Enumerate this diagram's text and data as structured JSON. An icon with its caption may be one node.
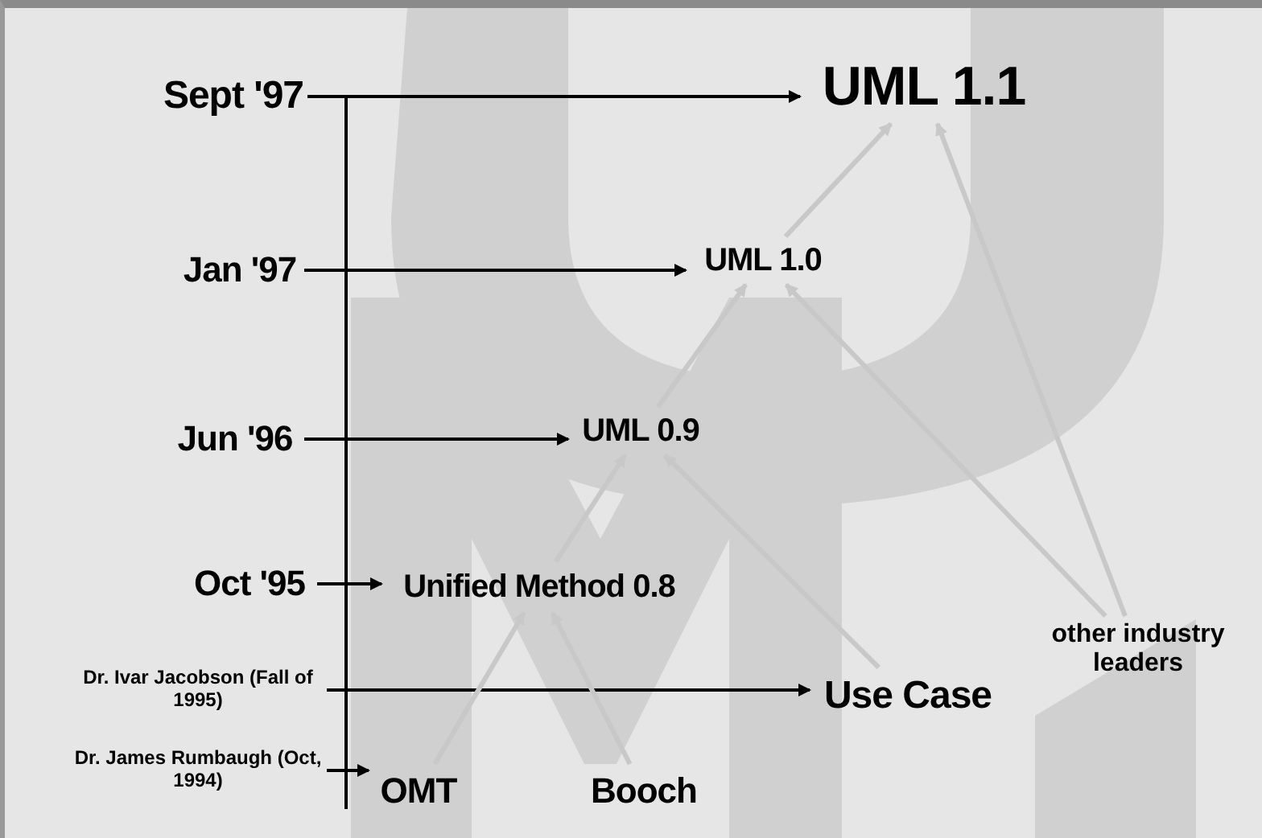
{
  "diagram": {
    "nodes": [
      {
        "text": [
          "Sept '97"
        ]
      },
      {
        "text": [
          "UML 1.1"
        ]
      },
      {
        "text": [
          "Jan '97"
        ]
      },
      {
        "text": [
          "UML 1.0"
        ]
      },
      {
        "text": [
          "Jun '96"
        ]
      },
      {
        "text": [
          "UML 0.9"
        ]
      },
      {
        "text": [
          "Oct '95"
        ]
      },
      {
        "text": [
          "Unified Method 0.8"
        ]
      },
      {
        "text": [
          "Dr. Ivar Jacobson (Fall of 1995)"
        ]
      },
      {
        "text": [
          "Use Case"
        ]
      },
      {
        "text": [
          "Dr. James Rumbaugh (Oct, 1994)"
        ]
      },
      {
        "text": [
          "OMT"
        ]
      },
      {
        "text": [
          "Booch"
        ]
      },
      {
        "text": [
          "other industry leaders"
        ]
      }
    ],
    "edges": [
      {
        "from": 0,
        "to": 1,
        "arrow": "to",
        "color": "#000000"
      },
      {
        "from": 2,
        "to": 3,
        "arrow": "to",
        "color": "#000000"
      },
      {
        "from": 4,
        "to": 5,
        "arrow": "to",
        "color": "#000000"
      },
      {
        "from": 6,
        "to": 7,
        "arrow": "to",
        "color": "#000000"
      },
      {
        "from": 8,
        "to": 9,
        "arrow": "to",
        "color": "#000000"
      },
      {
        "from": 10,
        "to": 11,
        "arrow": "to",
        "color": "#000000"
      },
      {
        "from": 11,
        "to": 7,
        "arrow": "to",
        "color": "#c8c8c8"
      },
      {
        "from": 12,
        "to": 7,
        "arrow": "to",
        "color": "#c8c8c8"
      },
      {
        "from": 7,
        "to": 5,
        "arrow": "to",
        "color": "#c8c8c8"
      },
      {
        "from": 9,
        "to": 5,
        "arrow": "to",
        "color": "#c8c8c8"
      },
      {
        "from": 5,
        "to": 3,
        "arrow": "to",
        "color": "#c8c8c8"
      },
      {
        "from": 3,
        "to": 1,
        "arrow": "to",
        "color": "#c8c8c8"
      },
      {
        "from": 13,
        "to": 3,
        "arrow": "to",
        "color": "#c8c8c8"
      },
      {
        "from": 13,
        "to": 1,
        "arrow": "to",
        "color": "#c8c8c8"
      }
    ]
  }
}
